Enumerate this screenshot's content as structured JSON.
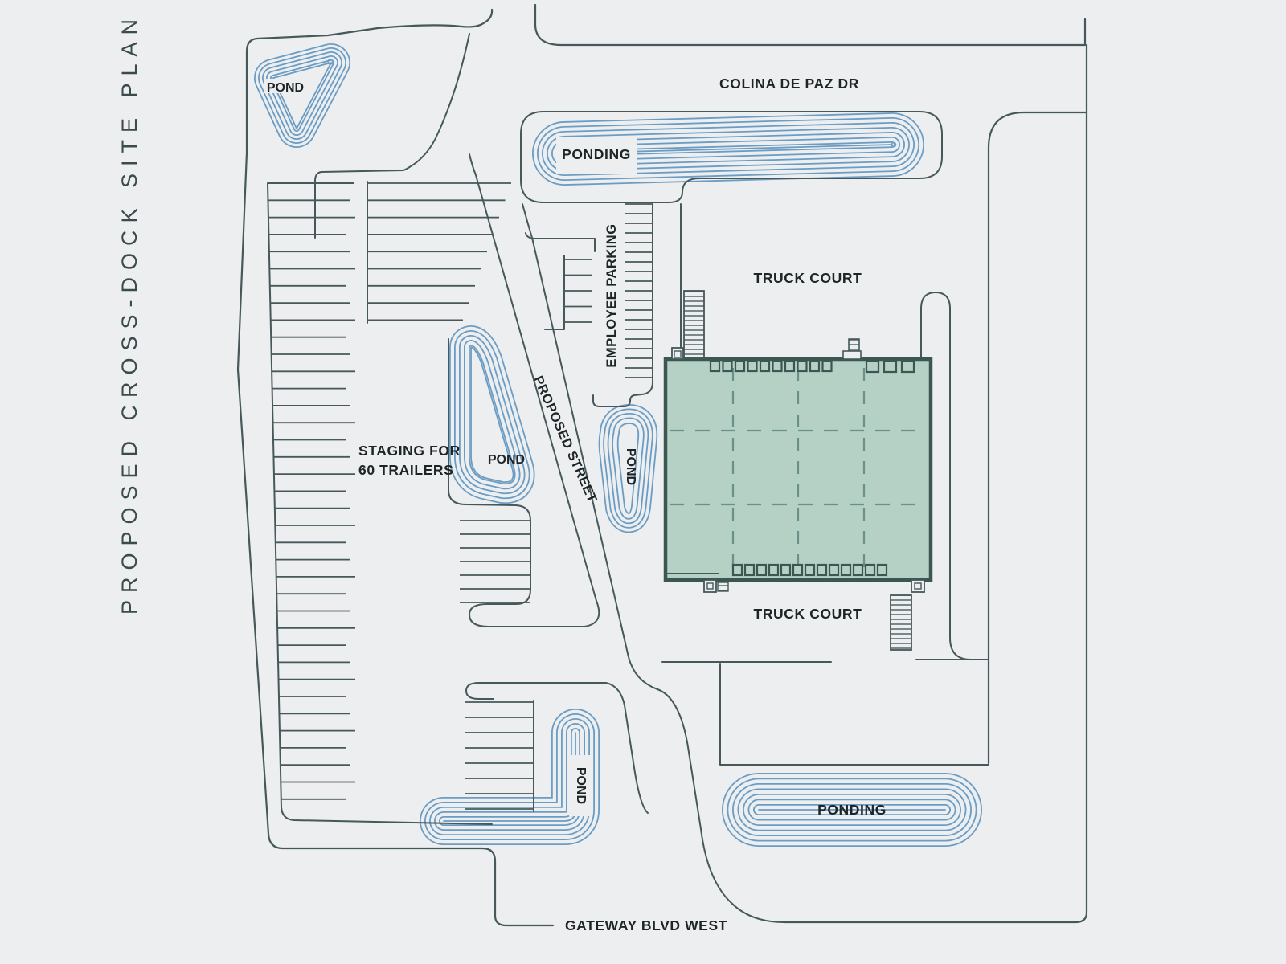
{
  "colors": {
    "background": "#eceef0",
    "linework": "#46585a",
    "pond_contour": "#6b9cc3",
    "building_fill": "#b5d0c4",
    "building_border": "#3c5752",
    "building_grid_dash": "#69918a",
    "label_text": "#1d2526",
    "title_text": "#3b4b4d"
  },
  "labels": {
    "title": "PROPOSED CROSS-DOCK SITE PLAN",
    "pond_top_left": "POND",
    "ponding_top": "PONDING",
    "colina_de_paz": "COLINA DE PAZ DR",
    "employee_parking": "EMPLOYEE PARKING",
    "truck_court_top": "TRUCK COURT",
    "proposed_street": "PROPOSED STREET",
    "staging_line_1": "STAGING FOR",
    "staging_line_2": "60 TRAILERS",
    "pond_mid_left": "POND",
    "pond_mid_center": "POND",
    "truck_court_bottom": "TRUCK COURT",
    "pond_bottom_left": "POND",
    "ponding_bottom": "PONDING",
    "gateway_blvd": "GATEWAY BLVD WEST"
  }
}
